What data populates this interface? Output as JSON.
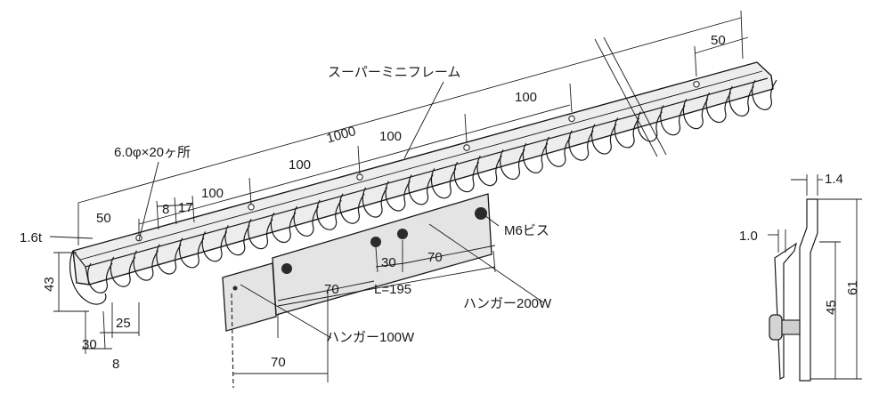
{
  "labels": {
    "dim_1000": "1000",
    "dim_100_a": "100",
    "dim_100_b": "100",
    "dim_100_c": "100",
    "dim_100_d": "100",
    "dim_50_left": "50",
    "dim_50_right": "50",
    "dim_8": "8",
    "dim_17": "17",
    "dim_thickness": "1.6t",
    "dim_43": "43",
    "dim_25": "25",
    "dim_30_bottom": "30",
    "dim_8_bottom": "8",
    "dim_30_mid": "30",
    "dim_70_right": "70",
    "dim_70_mid": "70",
    "dim_L195": "L=195",
    "dim_70_bottom": "70",
    "holes": "6.0φ×20ヶ所",
    "frame_name": "スーパーミニフレーム",
    "hanger_200": "ハンガー200W",
    "hanger_100": "ハンガー100W",
    "screw": "M6ビス",
    "side_1_4": "1.4",
    "side_1_0": "1.0",
    "side_45": "45",
    "side_61": "61"
  }
}
